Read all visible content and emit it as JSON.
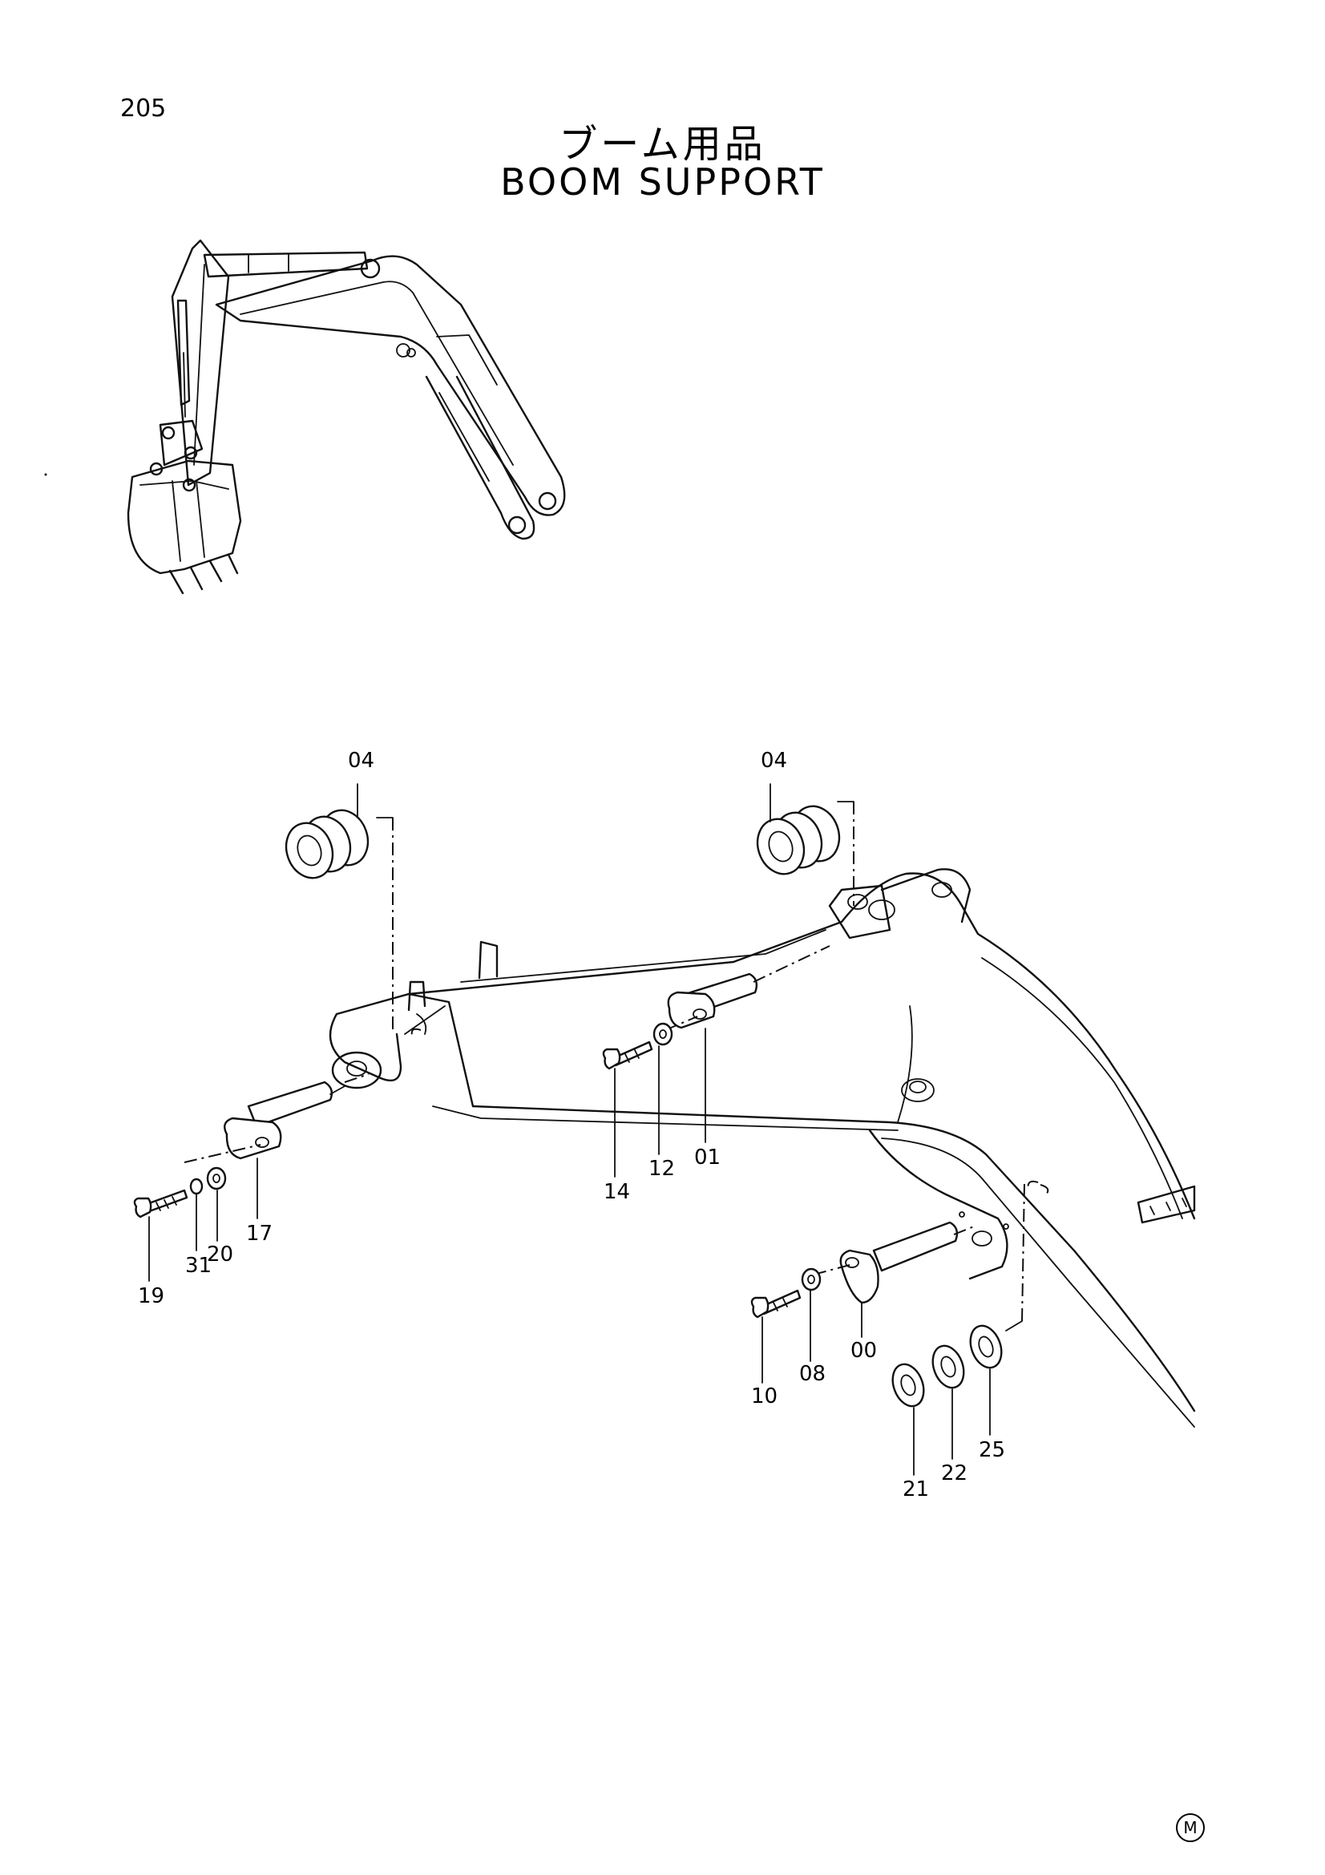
{
  "page_number": "205",
  "title_jp": "ブーム用品",
  "title_en": "BOOM SUPPORT",
  "callouts": {
    "c04a": "04",
    "c04b": "04",
    "c01": "01",
    "c12": "12",
    "c14": "14",
    "c17": "17",
    "c20": "20",
    "c31": "31",
    "c19": "19",
    "c00": "00",
    "c08": "08",
    "c10": "10",
    "c21": "21",
    "c22": "22",
    "c25": "25"
  },
  "corner_mark": "M"
}
